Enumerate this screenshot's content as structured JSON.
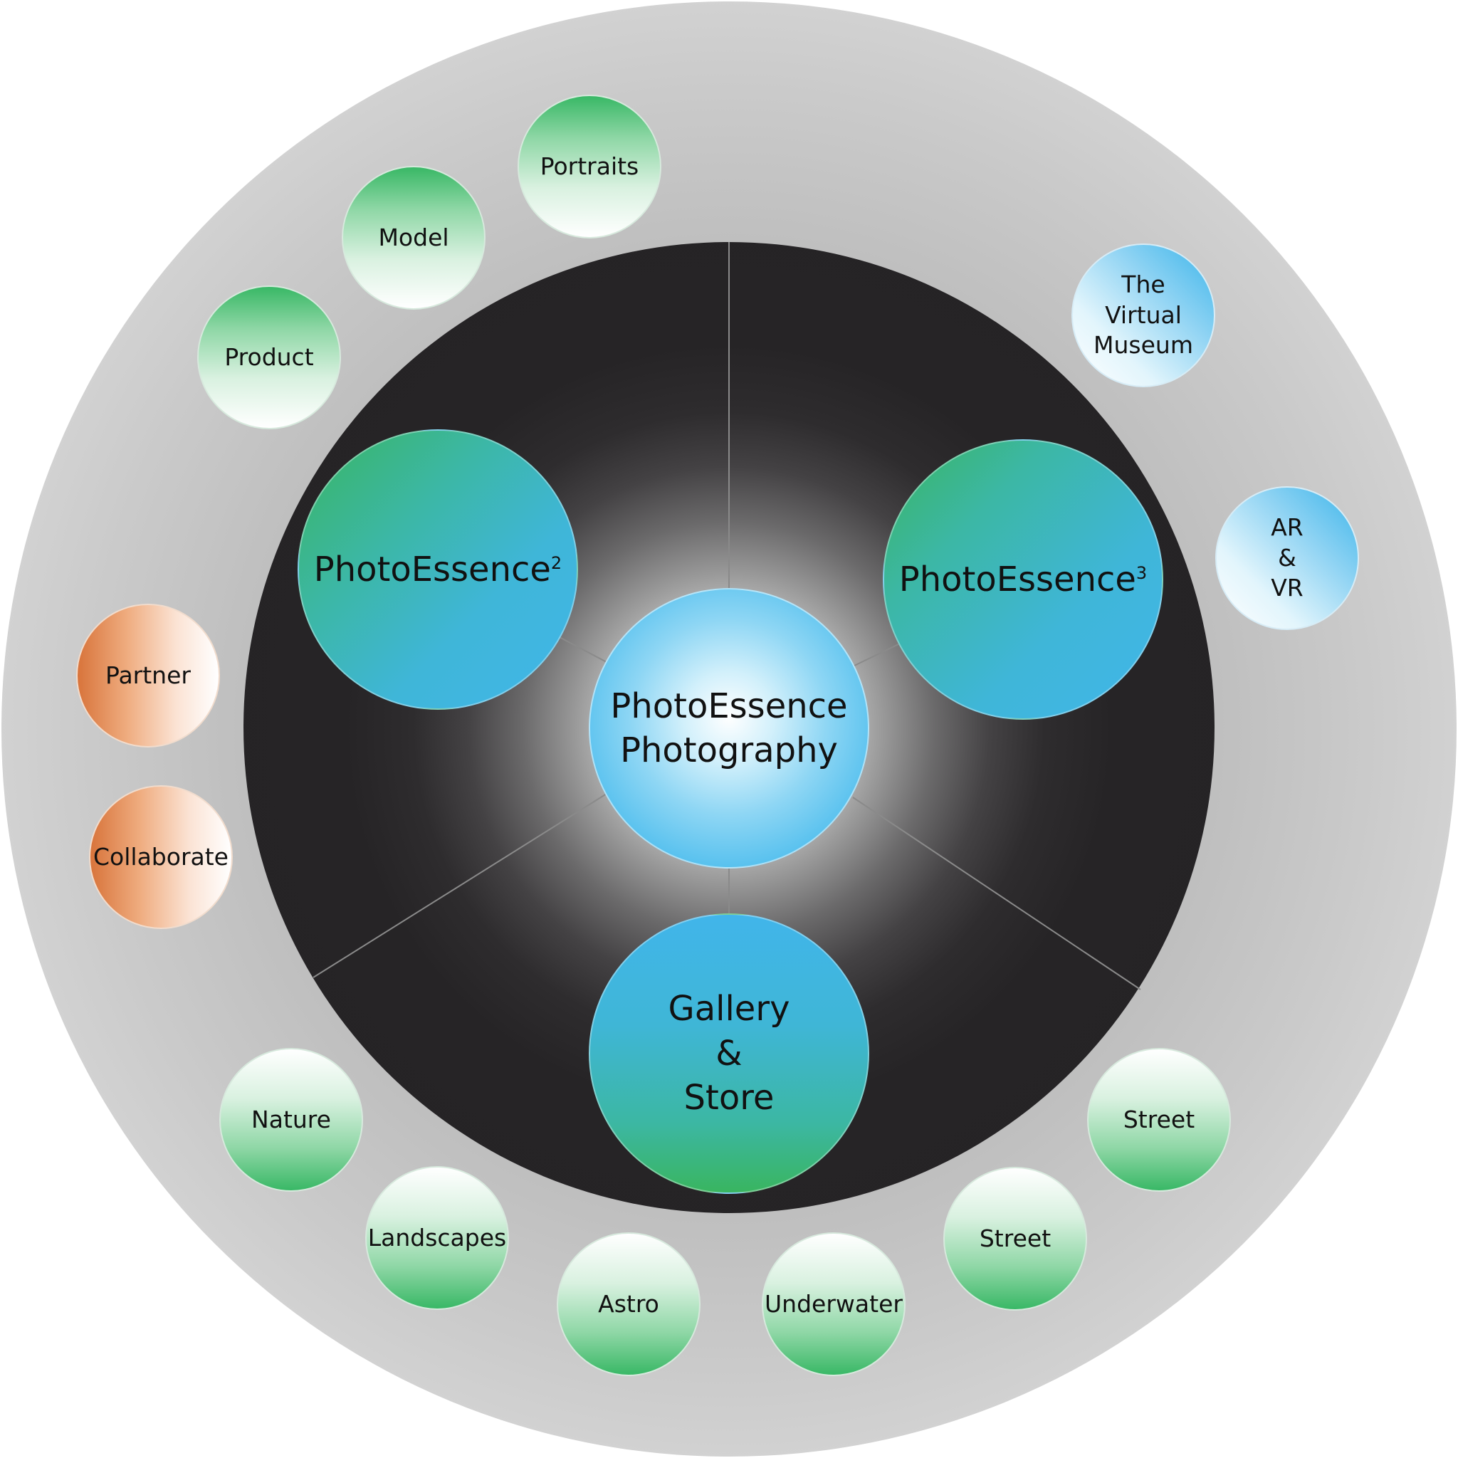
{
  "center": {
    "label": "PhotoEssence\nPhotography"
  },
  "hubs": {
    "pe2": {
      "label": "PhotoEssence",
      "superscript": "2"
    },
    "pe3": {
      "label": "PhotoEssence",
      "superscript": "3"
    },
    "gallery": {
      "label": "Gallery\n&\nStore"
    }
  },
  "satellites": {
    "portraits": "Portraits",
    "model": "Model",
    "product": "Product",
    "virtual_museum": "The\nVirtual\nMuseum",
    "ar_vr": "AR\n&\nVR",
    "partner": "Partner",
    "collaborate": "Collaborate",
    "nature": "Nature",
    "landscapes": "Landscapes",
    "astro": "Astro",
    "underwater": "Underwater",
    "street_1": "Street",
    "street_2": "Street"
  },
  "colors": {
    "core": "#242224",
    "green": "#39b866",
    "blue": "#3ab4ea",
    "orange": "#d8743b",
    "halo": "#bdbdbd"
  }
}
